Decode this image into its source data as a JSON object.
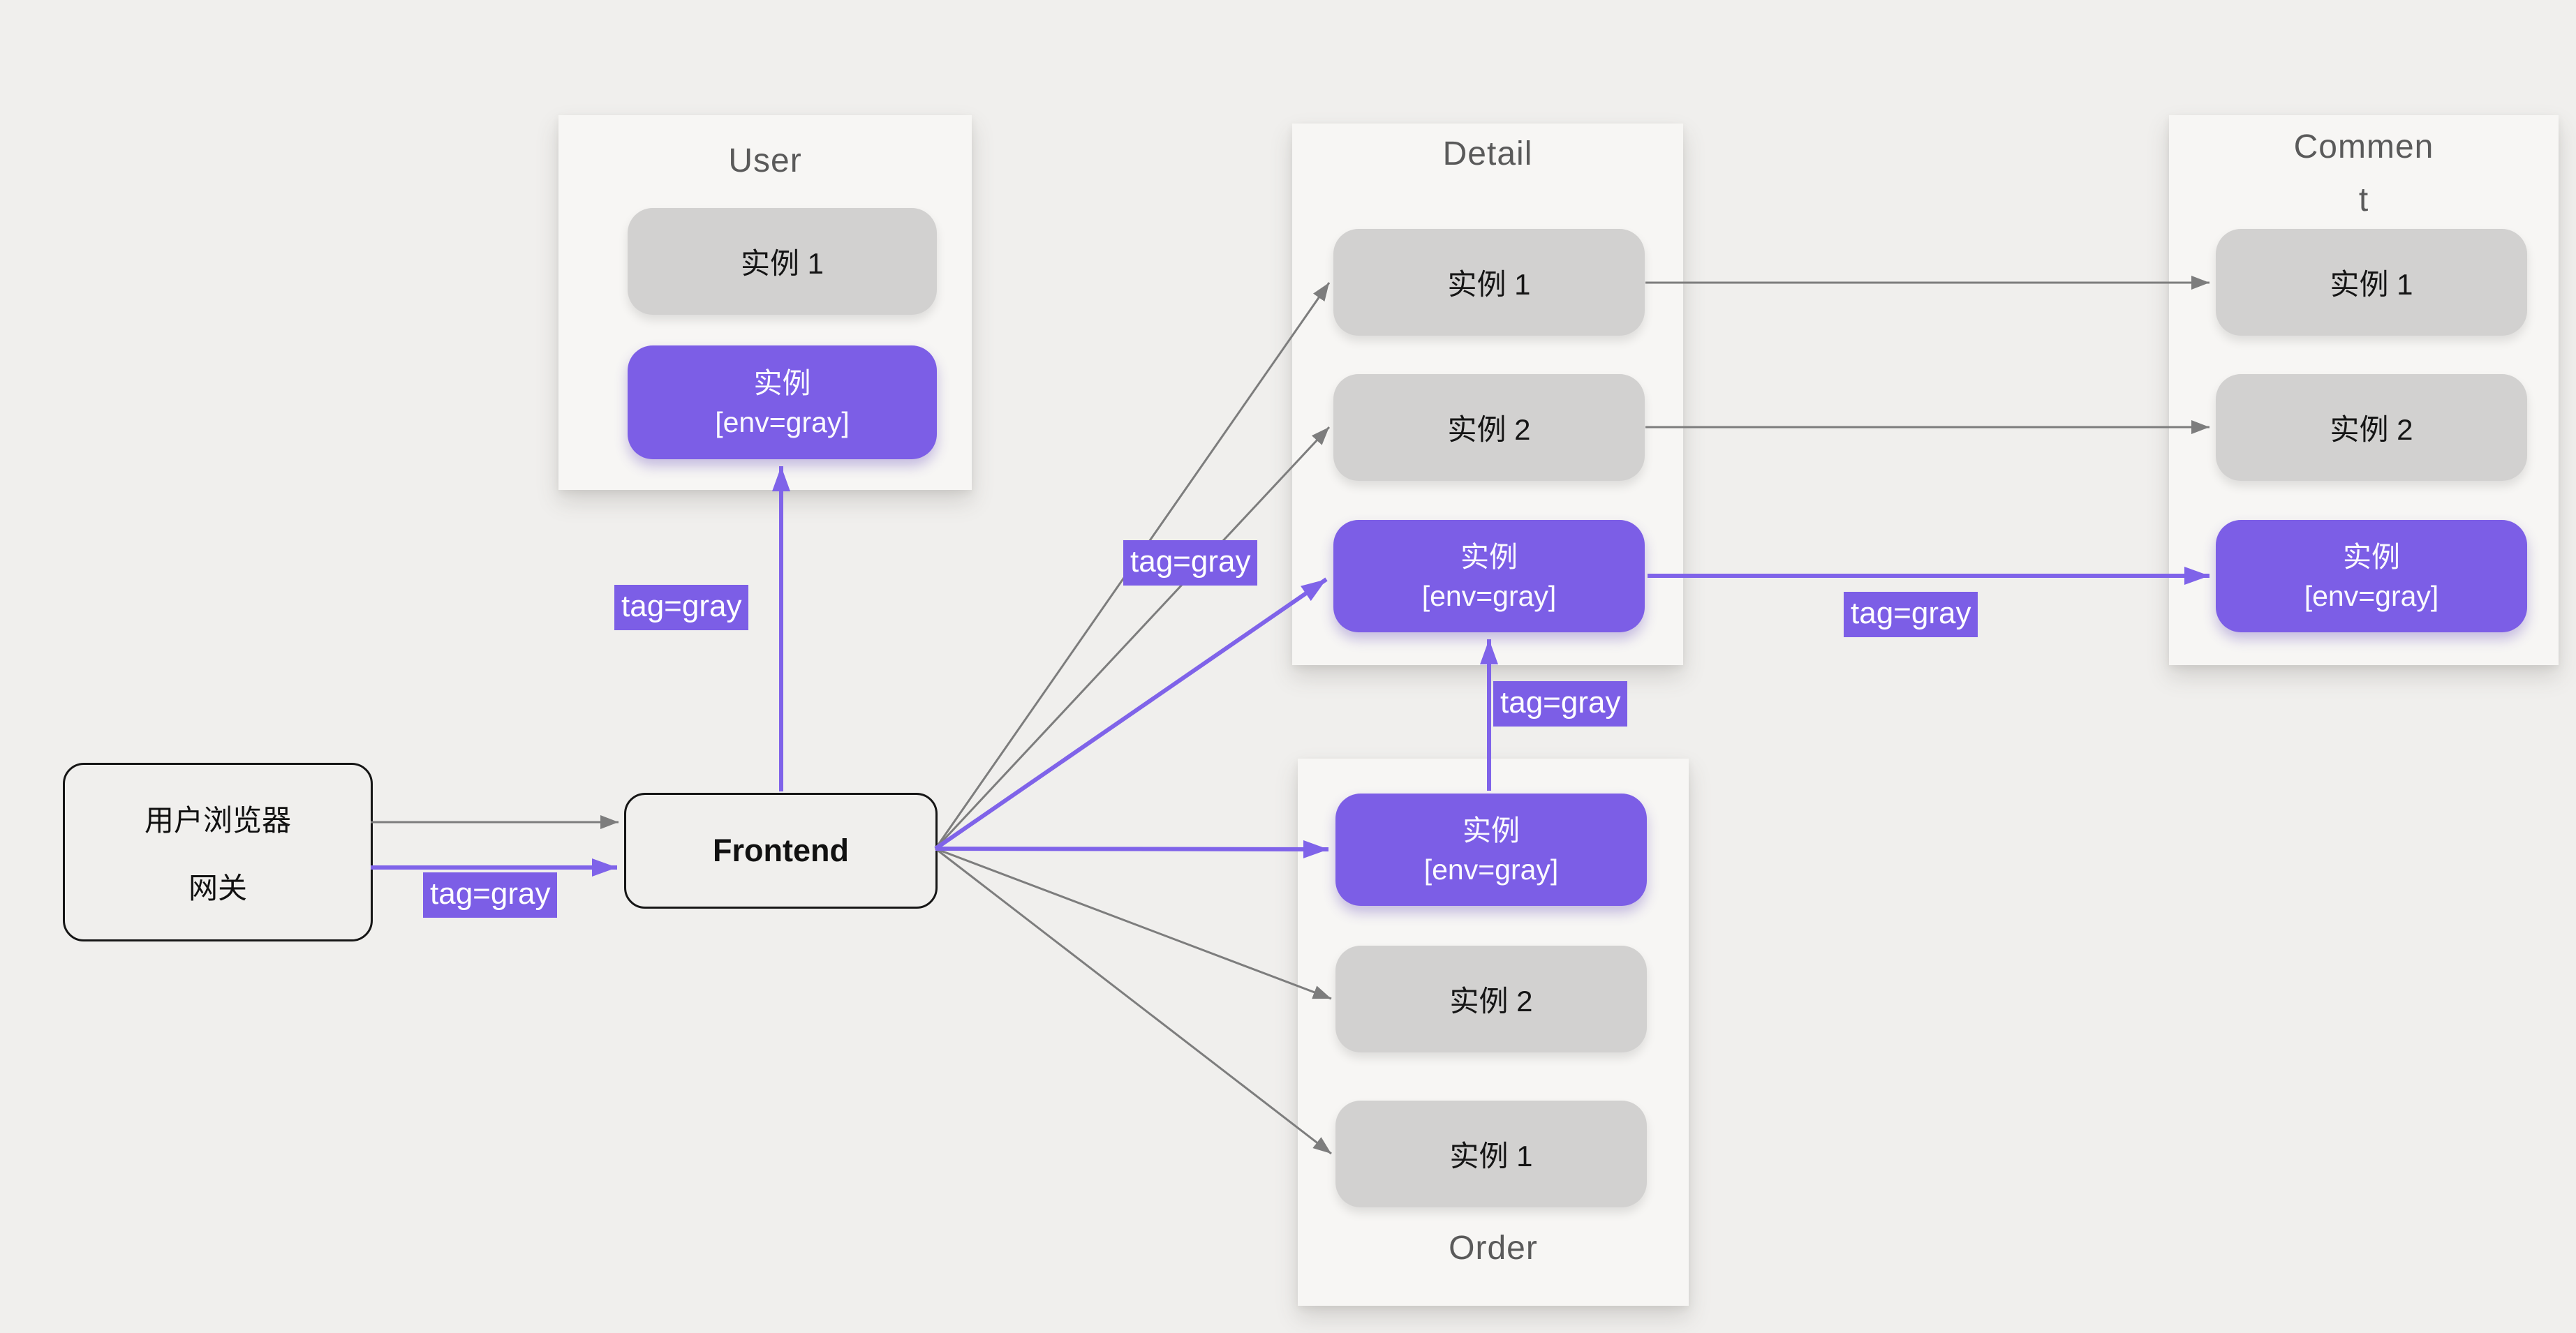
{
  "colors": {
    "page_bg": "#f0efed",
    "panel_bg": "#f7f6f4",
    "instance_gray": "#d2d1d0",
    "accent_purple": "#7c5ee6",
    "arrow_purple": "#7f63e9",
    "arrow_gray": "#7d7d7d",
    "title_text": "#5a5a5a"
  },
  "nodes": {
    "gateway": {
      "line1": "用户浏览器",
      "line2": "网关"
    },
    "frontend": {
      "label": "Frontend"
    }
  },
  "groups": {
    "user": {
      "title": "User",
      "instance1": "实例 1",
      "gray_line1": "实例",
      "gray_line2": "[env=gray]"
    },
    "detail": {
      "title": "Detail",
      "instance1": "实例 1",
      "instance2": "实例 2",
      "gray_line1": "实例",
      "gray_line2": "[env=gray]"
    },
    "comment": {
      "title_line1": "Commen",
      "title_line2": "t",
      "instance1": "实例 1",
      "instance2": "实例 2",
      "gray_line1": "实例",
      "gray_line2": "[env=gray]"
    },
    "order": {
      "title": "Order",
      "gray_line1": "实例",
      "gray_line2": "[env=gray]",
      "instance2": "实例 2",
      "instance1": "实例 1"
    }
  },
  "edge_labels": {
    "gateway_to_frontend": "tag=gray",
    "frontend_to_user_gray": "tag=gray",
    "frontend_to_detail_gray": "tag=gray",
    "order_to_detail_gray": "tag=gray",
    "detail_to_comment_gray": "tag=gray"
  }
}
